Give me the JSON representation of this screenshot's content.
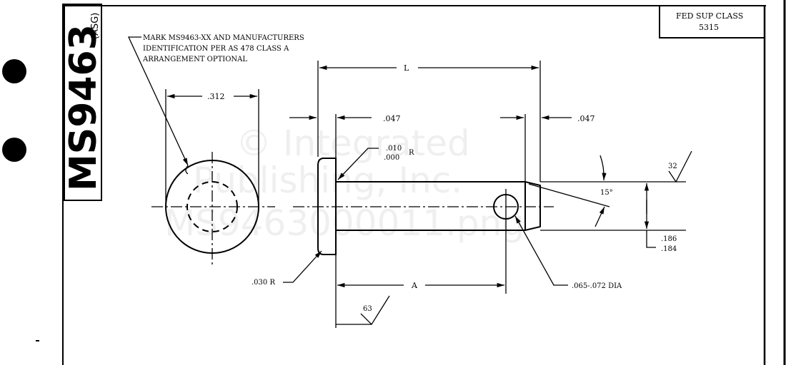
{
  "title_block": {
    "part_number": "MS9463",
    "suffix": "(ASG)"
  },
  "class_box": {
    "label": "FED SUP CLASS",
    "value": "5315"
  },
  "note": {
    "line1": "MARK MS9463-XX AND MANUFACTURERS",
    "line2": "IDENTIFICATION PER AS 478 CLASS A",
    "line3": "ARRANGEMENT OPTIONAL"
  },
  "dimensions": {
    "head_dia": ".312",
    "length": "L",
    "left_gap": ".047",
    "right_gap": ".047",
    "fillet_top": ".010",
    "fillet_bottom": ".000",
    "fillet_r": "R",
    "head_radius": ".030 R",
    "hole_pos": "A",
    "hole_dia": ".065-.072 DIA",
    "chamfer_angle": "15°",
    "shank_max": ".186",
    "shank_min": ".184",
    "finish_shank": "32",
    "finish_head": "63"
  },
  "watermark": {
    "line1": "© Integrated",
    "line2": "Publishing, Inc.",
    "line3": "MS9463000011.png"
  }
}
